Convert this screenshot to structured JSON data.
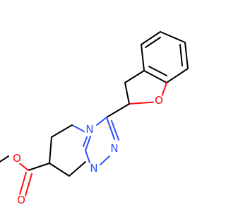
{
  "atoms": {
    "o_ring": "O",
    "o_carbonyl": "O",
    "o_ester": "O",
    "n_bridge": "N",
    "n_triazole_upper": "N",
    "n_triazole_lower": "N"
  },
  "colors": {
    "bond": "#000000",
    "oxygen": "#ff0d0d",
    "nitrogen": "#3050f8",
    "background": "#ffffff"
  }
}
